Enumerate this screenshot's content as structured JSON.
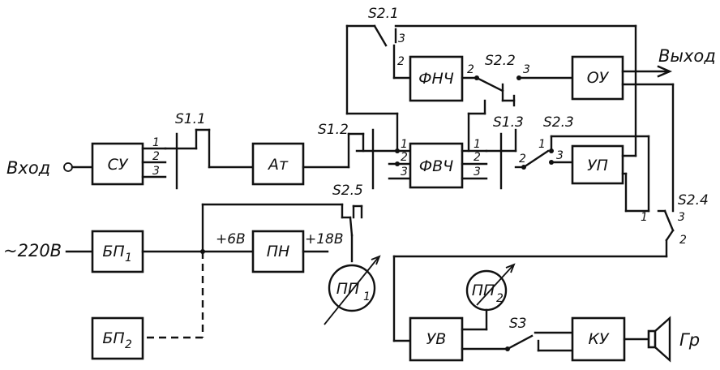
{
  "terminals": {
    "input": "Вход",
    "output": "Выход",
    "mains": "~220В"
  },
  "blocks": {
    "su": "СУ",
    "at": "Ат",
    "fnch": "ФНЧ",
    "fvch": "ФВЧ",
    "ou": "ОУ",
    "up": "УП",
    "bp1": "БП",
    "bp1_sub": "1",
    "bp2": "БП",
    "bp2_sub": "2",
    "pn": "ПН",
    "uv": "УВ",
    "ku": "КУ",
    "gr": "Гр",
    "pp1": "ПП",
    "pp1_sub": "1",
    "pp2": "ПП",
    "pp2_sub": "2"
  },
  "switches": {
    "s11": "S1.1",
    "s12": "S1.2",
    "s13": "S1.3",
    "s21": "S2.1",
    "s22": "S2.2",
    "s23": "S2.3",
    "s24": "S2.4",
    "s25": "S2.5",
    "s3": "S3"
  },
  "voltages": {
    "v6": "+6В",
    "v18": "+18В"
  },
  "pins": {
    "p1": "1",
    "p2": "2",
    "p3": "3"
  }
}
